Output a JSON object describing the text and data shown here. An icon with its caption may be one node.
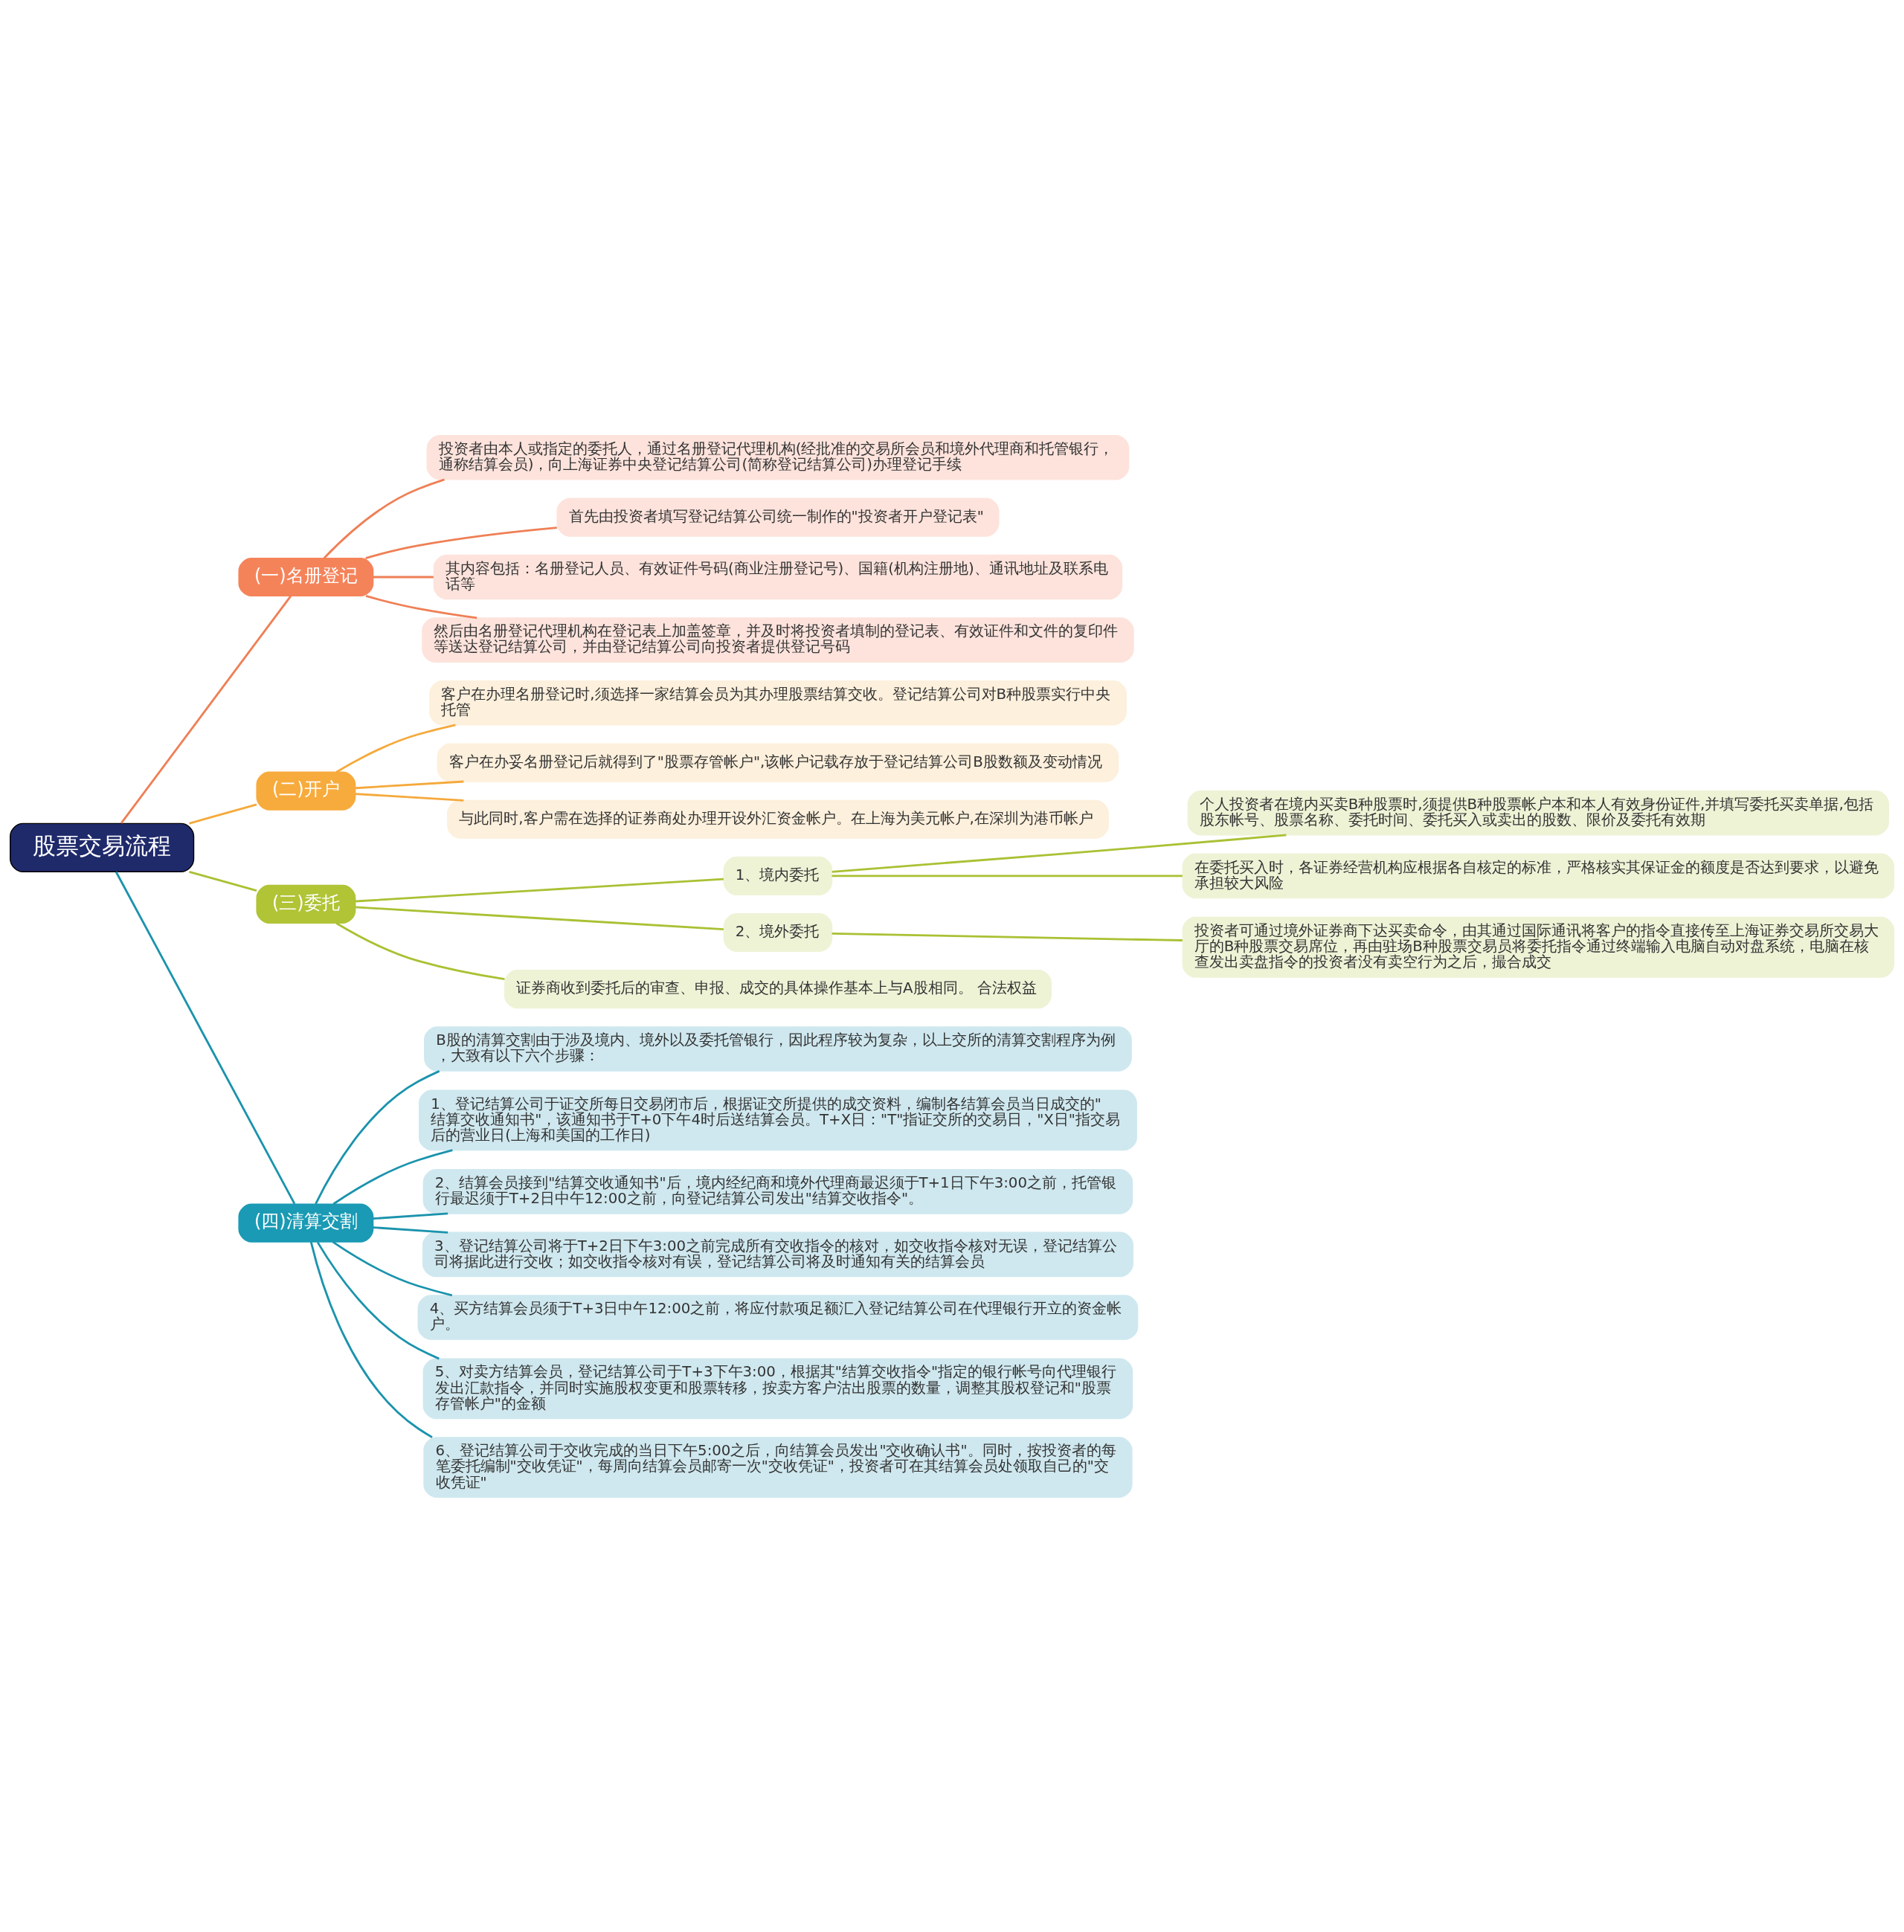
{
  "diagram": {
    "nodes": [
      {
        "text": [
          "股票交易流程"
        ]
      },
      {
        "text": [
          "(一)名册登记"
        ]
      },
      {
        "text": [
          "投资者由本人或指定的委托人，通过名册登记代理机构(经批准的交易所会员和境外代理商和托管银行，通称结算会员)，向上海证券中央登记结算公司(简称登记结算公司)办理登记手续"
        ]
      },
      {
        "text": [
          "首先由投资者填写登记结算公司统一制作的\"投资者开户登记表\""
        ]
      },
      {
        "text": [
          "其内容包括：名册登记人员、有效证件号码(商业注册登记号)、国籍(机构注册地)、通讯地址及联系电话等"
        ]
      },
      {
        "text": [
          "然后由名册登记代理机构在登记表上加盖签章，并及时将投资者填制的登记表、有效证件和文件的复印件等送达登记结算公司，并由登记结算公司向投资者提供登记号码"
        ]
      },
      {
        "text": [
          "(二)开户"
        ]
      },
      {
        "text": [
          "客户在办理名册登记时,须选择一家结算会员为其办理股票结算交收。登记结算公司对B种股票实行中央托管"
        ]
      },
      {
        "text": [
          "客户在办妥名册登记后就得到了\"股票存管帐户\",该帐户记载存放于登记结算公司B股数额及变动情况"
        ]
      },
      {
        "text": [
          "与此同时,客户需在选择的证券商处办理开设外汇资金帐户。在上海为美元帐户,在深圳为港币帐户"
        ]
      },
      {
        "text": [
          "(三)委托"
        ]
      },
      {
        "text": [
          "1、境内委托"
        ]
      },
      {
        "text": [
          "个人投资者在境内买卖B种股票时,须提供B种股票帐户本和本人有效身份证件,并填写委托买卖单据,包括股东帐号、股票名称、委托时间、委托买入或卖出的股数、限价及委托有效期"
        ]
      },
      {
        "text": [
          "在委托买入时，各证券经营机构应根据各自核定的标准，严格核实其保证金的额度是否达到要求，以避免承担较大风险"
        ]
      },
      {
        "text": [
          "2、境外委托"
        ]
      },
      {
        "text": [
          "投资者可通过境外证券商下达买卖命令，由其通过国际通讯将客户的指令直接传至上海证券交易所交易大厅的B种股票交易席位，再由驻场B种股票交易员将委托指令通过终端输入电脑自动对盘系统，电脑在核查发出卖盘指令的投资者没有卖空行为之后，撮合成交"
        ]
      },
      {
        "text": [
          "证券商收到委托后的审查、申报、成交的具体操作基本上与A股相同。 合法权益"
        ]
      },
      {
        "text": [
          "(四)清算交割"
        ]
      },
      {
        "text": [
          "B股的清算交割由于涉及境内、境外以及委托管银行，因此程序较为复杂，以上交所的清算交割程序为例，大致有以下六个步骤："
        ]
      },
      {
        "text": [
          "1、登记结算公司于证交所每日交易闭市后，根据证交所提供的成交资料，编制各结算会员当日成交的\"结算交收通知书\"，该通知书于T+0下午4时后送结算会员。T+X日：\"T\"指证交所的交易日，\"X日\"指交易后的营业日(上海和美国的工作日)"
        ]
      },
      {
        "text": [
          "2、结算会员接到\"结算交收通知书\"后，境内经纪商和境外代理商最迟须于T+1日下午3:00之前，托管银行最迟须于T+2日中午12:00之前，向登记结算公司发出\"结算交收指令\"。"
        ]
      },
      {
        "text": [
          "3、登记结算公司将于T+2日下午3:00之前完成所有交收指令的核对，如交收指令核对无误，登记结算公司将据此进行交收；如交收指令核对有误，登记结算公司将及时通知有关的结算会员"
        ]
      },
      {
        "text": [
          "4、买方结算会员须于T+3日中午12:00之前，将应付款项足额汇入登记结算公司在代理银行开立的资金帐户。"
        ]
      },
      {
        "text": [
          "5、对卖方结算会员，登记结算公司于T+3下午3:00，根据其\"结算交收指令\"指定的银行帐号向代理银行发出汇款指令，并同时实施股权变更和股票转移，按卖方客户沽出股票的数量，调整其股权登记和\"股票存管帐户\"的金额"
        ]
      },
      {
        "text": [
          "6、登记结算公司于交收完成的当日下午5:00之后，向结算会员发出\"交收确认书\"。同时，按投资者的每笔委托编制\"交收凭证\"，每周向结算会员邮寄一次\"交收凭证\"，投资者可在其结算会员处领取自己的\"交收凭证\""
        ]
      }
    ],
    "edges": [
      {
        "from": 0,
        "to": 1,
        "arrow": "none",
        "color": "#ef7f55"
      },
      {
        "from": 1,
        "to": 2,
        "arrow": "none",
        "color": "#ef7f55"
      },
      {
        "from": 1,
        "to": 3,
        "arrow": "none",
        "color": "#ef7f55"
      },
      {
        "from": 1,
        "to": 4,
        "arrow": "none",
        "color": "#ef7f55"
      },
      {
        "from": 1,
        "to": 5,
        "arrow": "none",
        "color": "#ef7f55"
      },
      {
        "from": 0,
        "to": 6,
        "arrow": "none",
        "color": "#f5a93b"
      },
      {
        "from": 6,
        "to": 7,
        "arrow": "none",
        "color": "#f5a93b"
      },
      {
        "from": 6,
        "to": 8,
        "arrow": "none",
        "color": "#f5a93b"
      },
      {
        "from": 6,
        "to": 9,
        "arrow": "none",
        "color": "#f5a93b"
      },
      {
        "from": 0,
        "to": 10,
        "arrow": "none",
        "color": "#a9c133"
      },
      {
        "from": 10,
        "to": 11,
        "arrow": "none",
        "color": "#a9c133"
      },
      {
        "from": 11,
        "to": 12,
        "arrow": "none",
        "color": "#a9c133"
      },
      {
        "from": 11,
        "to": 13,
        "arrow": "none",
        "color": "#a9c133"
      },
      {
        "from": 10,
        "to": 14,
        "arrow": "none",
        "color": "#a9c133"
      },
      {
        "from": 14,
        "to": 15,
        "arrow": "none",
        "color": "#a9c133"
      },
      {
        "from": 10,
        "to": 16,
        "arrow": "none",
        "color": "#a9c133"
      },
      {
        "from": 0,
        "to": 17,
        "arrow": "none",
        "color": "#1b93ad"
      },
      {
        "from": 17,
        "to": 18,
        "arrow": "none",
        "color": "#1b93ad"
      },
      {
        "from": 17,
        "to": 19,
        "arrow": "none",
        "color": "#1b93ad"
      },
      {
        "from": 17,
        "to": 20,
        "arrow": "none",
        "color": "#1b93ad"
      },
      {
        "from": 17,
        "to": 21,
        "arrow": "none",
        "color": "#1b93ad"
      },
      {
        "from": 17,
        "to": 22,
        "arrow": "none",
        "color": "#1b93ad"
      },
      {
        "from": 17,
        "to": 23,
        "arrow": "none",
        "color": "#1b93ad"
      },
      {
        "from": 17,
        "to": 24,
        "arrow": "none",
        "color": "#1b93ad"
      }
    ]
  }
}
